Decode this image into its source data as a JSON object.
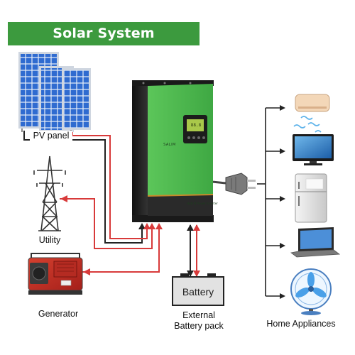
{
  "title": "Solar System Connection",
  "labels": {
    "pv_panel": "PV panel",
    "utility": "Utility",
    "generator": "Generator",
    "battery": "Battery",
    "external_line1": "External",
    "external_line2": "Battery pack",
    "home_appliances": "Home Appliances"
  },
  "inverter": {
    "brand": "SALIM",
    "model": "Hybrid Power Inverter",
    "display": "88.8"
  },
  "appliances": [
    "air-conditioner-icon",
    "tv-icon",
    "refrigerator-icon",
    "laptop-icon",
    "fan-icon"
  ],
  "colors": {
    "banner": "#3c9a3e",
    "inverter_body": "#47b64a",
    "wire_red": "#d83a3a",
    "wire_black": "#222222",
    "solar_cell": "#2f6bd0"
  }
}
